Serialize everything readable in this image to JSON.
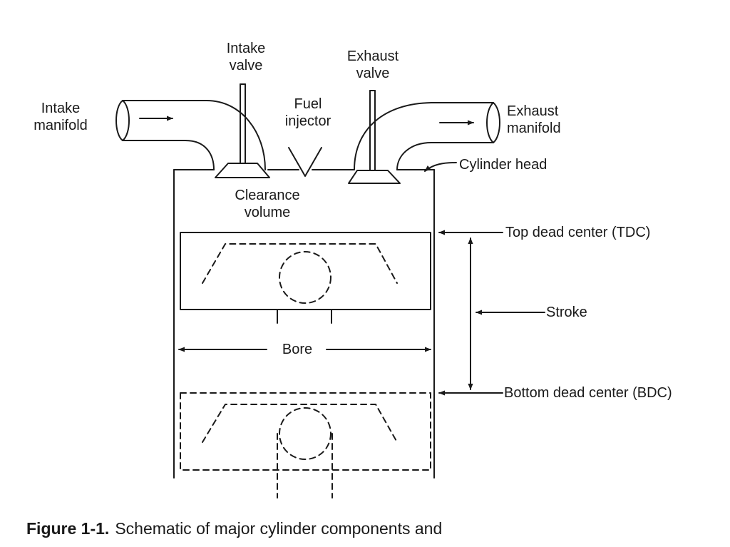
{
  "labels": {
    "intake_valve": [
      "Intake",
      "valve"
    ],
    "exhaust_valve": [
      "Exhaust",
      "valve"
    ],
    "intake_manifold": [
      "Intake",
      "manifold"
    ],
    "exhaust_manifold": [
      "Exhaust",
      "manifold"
    ],
    "fuel_injector": [
      "Fuel",
      "injector"
    ],
    "cylinder_head": "Cylinder head",
    "clearance_volume": [
      "Clearance",
      "volume"
    ],
    "tdc": "Top dead center (TDC)",
    "stroke": "Stroke",
    "bore": "Bore",
    "bdc": "Bottom dead center (BDC)"
  },
  "caption": {
    "number": "Figure 1-1.",
    "text": "Schematic of major cylinder components and"
  }
}
